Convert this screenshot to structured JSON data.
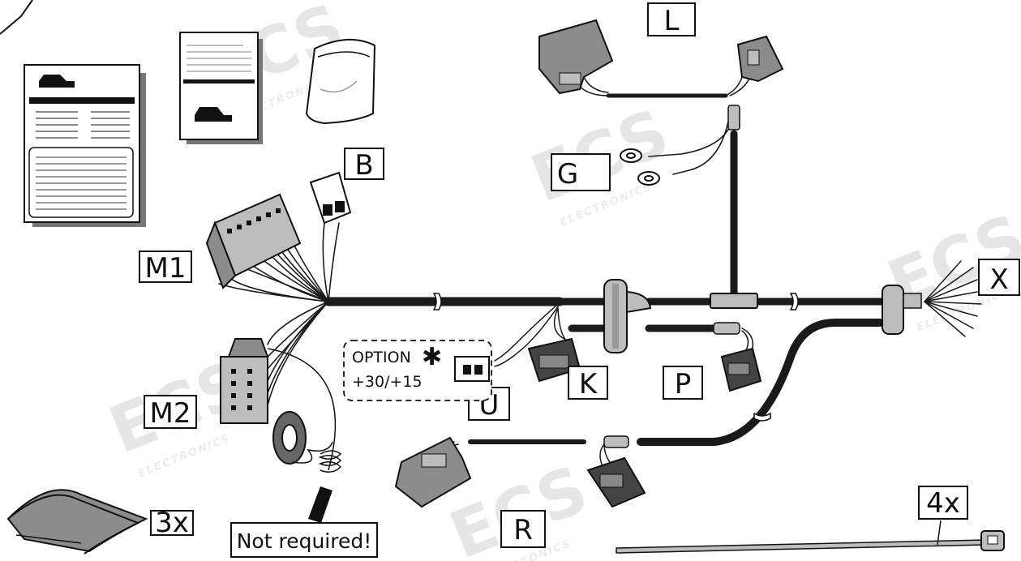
{
  "labels": {
    "L": "L",
    "B": "B",
    "G": "G",
    "M1": "M1",
    "M2": "M2",
    "X": "X",
    "K": "K",
    "P": "P",
    "U": "U",
    "R": "R",
    "count_3x": "3x",
    "count_4x": "4x"
  },
  "option": {
    "title": "OPTION",
    "asterisk": "✱",
    "voltage": "+30/+15"
  },
  "note": "Not required!",
  "watermark": {
    "brand": "ECS",
    "sub": "ELECTRONICS"
  },
  "colors": {
    "wire": "#1a1a1a",
    "connector": "#8c8c8c",
    "connector_light": "#bdbdbd",
    "watermark": "#e6e6e6"
  }
}
